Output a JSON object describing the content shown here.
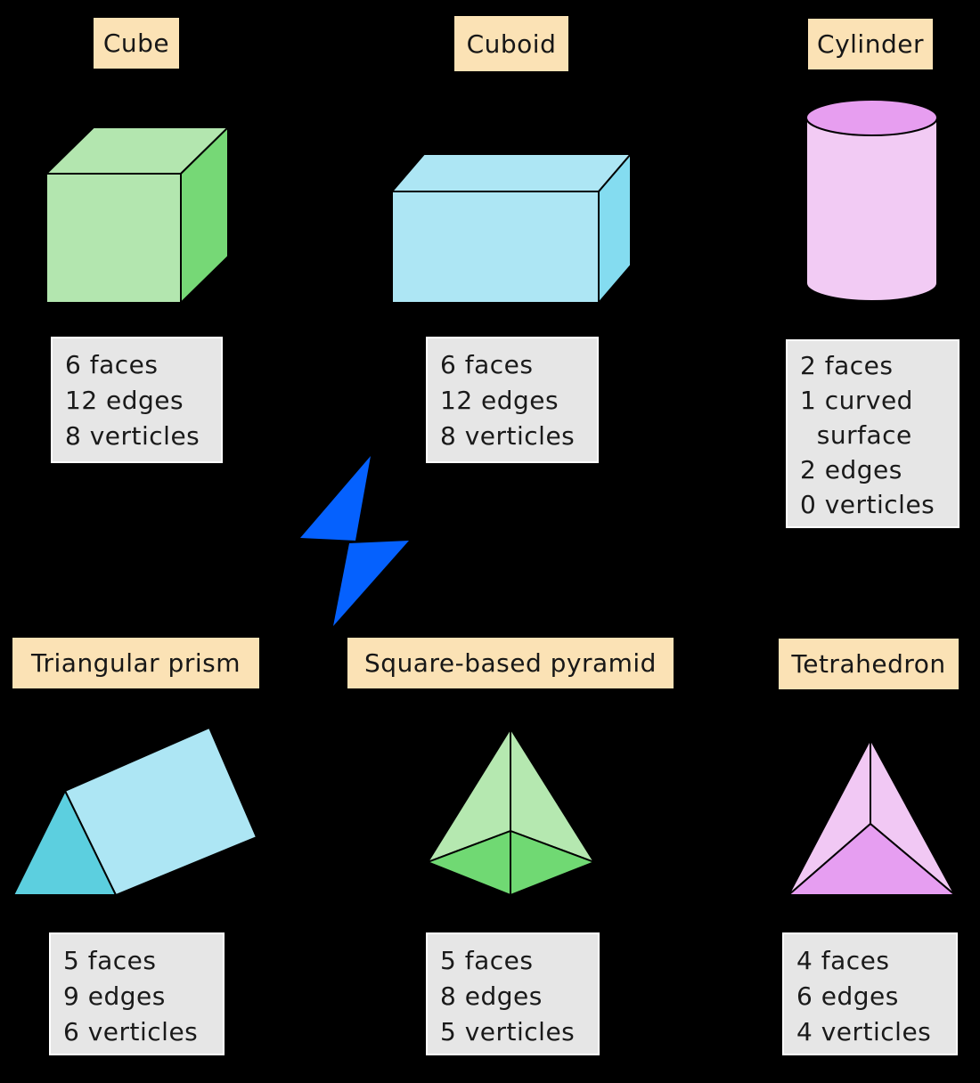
{
  "colors": {
    "background": "#000000",
    "label_bg": "#fbe2b5",
    "label_border": "#000000",
    "info_bg": "#e6e6e6",
    "info_border": "#ffffff",
    "bolt_blue": "#0561fe",
    "cube_face": "#b3e6af",
    "cube_side": "#76d876",
    "cuboid_face": "#ade6f4",
    "cuboid_side": "#84dcf0",
    "cylinder_body": "#f2cbf4",
    "cylinder_top": "#e79ef0",
    "prism_face": "#ade6f4",
    "prism_end": "#5ccfdf",
    "pyramid_face": "#b5e8b0",
    "pyramid_base": "#70d973",
    "tetra_face": "#f1c8f4",
    "tetra_base": "#e69ef1"
  },
  "icons": {
    "divider": "lightning-bolt"
  },
  "shapes": [
    {
      "name": "Cube",
      "properties": [
        "6 faces",
        "12 edges",
        "8 verticles"
      ]
    },
    {
      "name": "Cuboid",
      "properties": [
        "6 faces",
        "12 edges",
        "8 verticles"
      ]
    },
    {
      "name": "Cylinder",
      "properties": [
        "2 faces",
        "1 curved",
        "  surface",
        "2 edges",
        "0 verticles"
      ]
    },
    {
      "name": "Triangular prism",
      "properties": [
        "5 faces",
        "9 edges",
        "6 verticles"
      ]
    },
    {
      "name": "Square-based pyramid",
      "properties": [
        "5 faces",
        "8 edges",
        "5 verticles"
      ]
    },
    {
      "name": "Tetrahedron",
      "properties": [
        "4 faces",
        "6 edges",
        "4 verticles"
      ]
    }
  ]
}
